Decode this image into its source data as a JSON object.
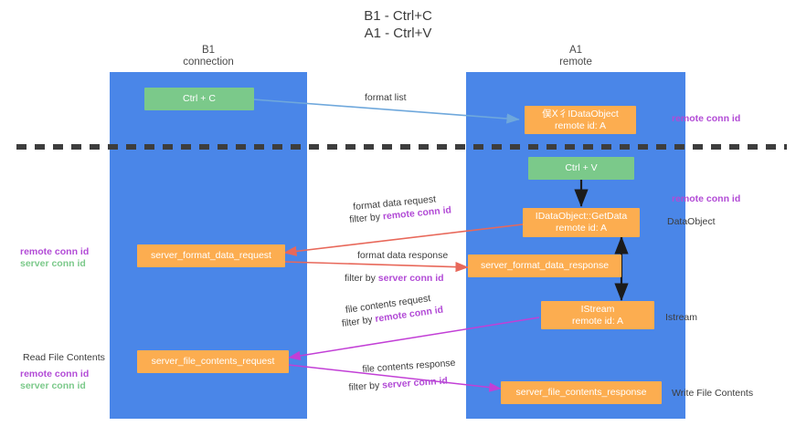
{
  "title": {
    "line1": "B1 - Ctrl+C",
    "line2": "A1 - Ctrl+V"
  },
  "columns": [
    {
      "id": "b1",
      "name": "B1",
      "role": "connection"
    },
    {
      "id": "a1",
      "name": "A1",
      "role": "remote"
    }
  ],
  "nodes": {
    "ctrl_c": {
      "line1": "Ctrl + C",
      "line2": "",
      "color": "#7bc98a"
    },
    "idataobject_top": {
      "line1": "俣Ⅹ彳IDataObject",
      "line2": "remote id: A",
      "color": "#fcad50"
    },
    "ctrl_v": {
      "line1": "Ctrl + V",
      "line2": "",
      "color": "#7bc98a"
    },
    "getdata": {
      "line1": "IDataObject::GetData",
      "line2": "remote id: A",
      "color": "#fcad50"
    },
    "fmt_req": {
      "line1": "server_format_data_request",
      "line2": "",
      "color": "#fcad50"
    },
    "fmt_resp": {
      "line1": "server_format_data_response",
      "line2": "",
      "color": "#fcad50"
    },
    "istream": {
      "line1": "IStream",
      "line2": "remote id: A",
      "color": "#fcad50"
    },
    "file_req": {
      "line1": "server_file_contents_request",
      "line2": "",
      "color": "#fcad50"
    },
    "file_resp": {
      "line1": "server_file_contents_response",
      "line2": "",
      "color": "#fcad50"
    }
  },
  "edge_labels": {
    "format_list": {
      "text": "format list"
    },
    "fmt_data_request": {
      "text": "format data request"
    },
    "fmt_data_response": {
      "text": "format data response"
    },
    "file_contents_request": {
      "text": "file contents request"
    },
    "file_contents_response": {
      "text": "file contents response"
    },
    "filter_prefix": {
      "text": "filter by "
    },
    "remote_conn_id": {
      "text": "remote conn id"
    },
    "server_conn_id": {
      "text": "server conn id"
    }
  },
  "annotations": {
    "right_remote_1": "remote conn id",
    "right_remote_2": "remote conn id",
    "dataobject": "DataObject",
    "istream": "Istream",
    "write_file": "Write File Contents",
    "left_remote": "remote conn id",
    "left_server": "server conn id",
    "read_file": "Read File Contents",
    "left_remote_2": "remote conn id",
    "left_server_2": "server conn id"
  },
  "colors": {
    "lane": "#4a86e8",
    "green": "#7bc98a",
    "orange": "#fcad50",
    "purple": "#b24bd6",
    "red": "#e8685a",
    "blue_arrow": "#6fa8dc",
    "magenta": "#c23fd6",
    "divider": "#3d3d3d",
    "dark": "#3c3c3c"
  }
}
